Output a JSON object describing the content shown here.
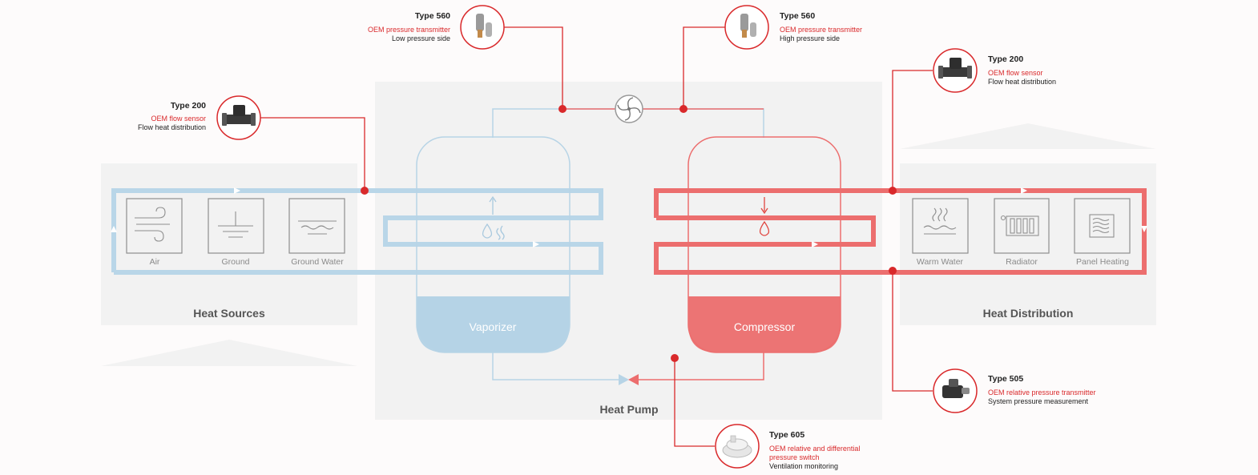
{
  "sections": {
    "heat_sources": "Heat Sources",
    "heat_pump": "Heat Pump",
    "heat_distribution": "Heat Distribution"
  },
  "tanks": {
    "vaporizer": "Vaporizer",
    "compressor": "Compressor"
  },
  "sources": [
    {
      "label": "Air",
      "icon": "air-icon"
    },
    {
      "label": "Ground",
      "icon": "ground-icon"
    },
    {
      "label": "Ground Water",
      "icon": "ground-water-icon"
    }
  ],
  "distribution": [
    {
      "label": "Warm Water",
      "icon": "warm-water-icon"
    },
    {
      "label": "Radiator",
      "icon": "radiator-icon"
    },
    {
      "label": "Panel Heating",
      "icon": "panel-heating-icon"
    }
  ],
  "callouts": {
    "flow_left": {
      "type": "Type 200",
      "name": "OEM flow sensor",
      "desc": "Flow heat distribution"
    },
    "pressure_low": {
      "type": "Type 560",
      "name": "OEM pressure transmitter",
      "desc": "Low pressure side"
    },
    "pressure_high": {
      "type": "Type 560",
      "name": "OEM pressure transmitter",
      "desc": "High pressure side"
    },
    "flow_right": {
      "type": "Type 200",
      "name": "OEM flow sensor",
      "desc": "Flow heat distribution"
    },
    "relative_505": {
      "type": "Type 505",
      "name": "OEM relative pressure transmitter",
      "desc": "System pressure measurement"
    },
    "switch_605": {
      "type": "Type 605",
      "name_line1": "OEM relative and differential",
      "name_line2": "pressure switch",
      "desc": "Ventilation monitoring"
    }
  },
  "colors": {
    "red": "#d9292b",
    "red_pipe": "#ec6e6e",
    "blue_pipe": "#b7d4e6",
    "vaporizer_fill": "#b5d3e6",
    "compressor_fill": "#ec7474",
    "panel": "#f2f2f2"
  }
}
